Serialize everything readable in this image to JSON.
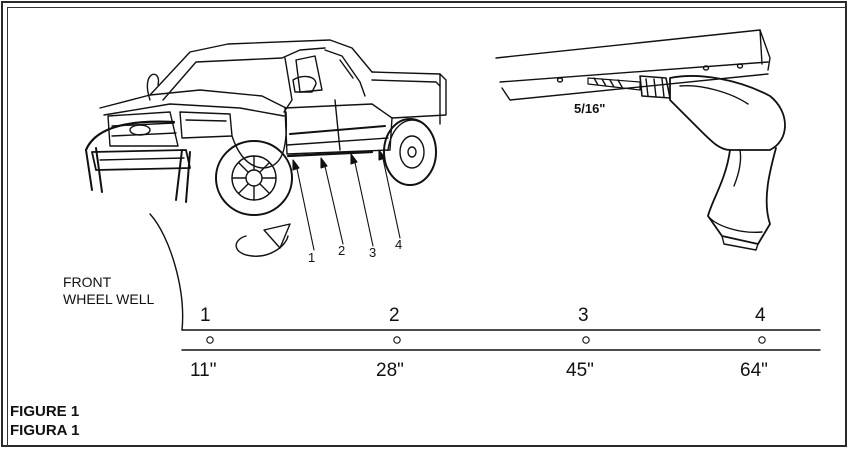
{
  "callouts": [
    "1",
    "2",
    "3",
    "4"
  ],
  "drill_size": "5/16\"",
  "front_wheel_well": [
    "FRONT",
    "WHEEL WELL"
  ],
  "positions": [
    "1",
    "2",
    "3",
    "4"
  ],
  "measurements": [
    "11\"",
    "28\"",
    "45\"",
    "64\""
  ],
  "figure_label": [
    "FIGURE 1",
    "FIGURA 1"
  ]
}
